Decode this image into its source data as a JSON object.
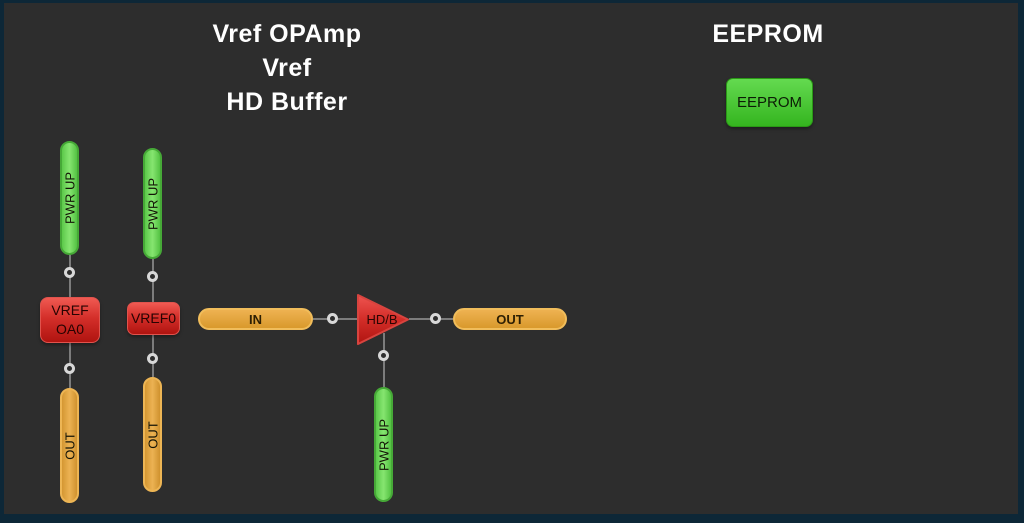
{
  "panel": {
    "background_color": "#2d2d2d",
    "frame_color": "#0d2737"
  },
  "vref_section": {
    "title_line1": "Vref OPAmp",
    "title_line2": "Vref",
    "title_line3": "HD Buffer"
  },
  "eeprom_section": {
    "title": "EEPROM",
    "block_label": "EEPROM"
  },
  "nodes": {
    "pwr_up_oa0": "PWR UP",
    "vref_oa0_line1": "VREF",
    "vref_oa0_line2": "OA0",
    "out_oa0": "OUT",
    "pwr_up_vref0": "PWR UP",
    "vref0": "VREF0",
    "out_vref0": "OUT",
    "in_hdb": "IN",
    "hdb": "HD/B",
    "out_hdb": "OUT",
    "pwr_up_hdb": "PWR UP"
  },
  "colors": {
    "green_node": "#63d24d",
    "orange_node": "#e0a53e",
    "red_node": "#d63333",
    "wire": "#7c7c7c",
    "connector_ring": "#d8d8d8",
    "title_text": "#ffffff"
  }
}
